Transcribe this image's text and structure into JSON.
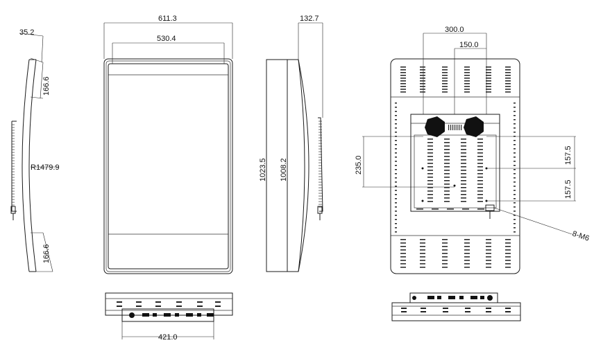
{
  "dimensions": {
    "frame_width": "611.3",
    "screen_width": "530.4",
    "depth_top": "35.2",
    "curve_segment_upper": "166.6",
    "curve_segment_lower": "166.6",
    "radius": "R1479.9",
    "side_depth": "132.7",
    "overall_height": "1023.5",
    "inner_height": "1008.2",
    "bracket_width": "300.0",
    "bracket_half": "150.0",
    "bracket_height": "235.0",
    "mount_upper": "157.5",
    "mount_lower": "157.5",
    "mount_screw": "8-M6",
    "bottom_width": "421.0"
  }
}
